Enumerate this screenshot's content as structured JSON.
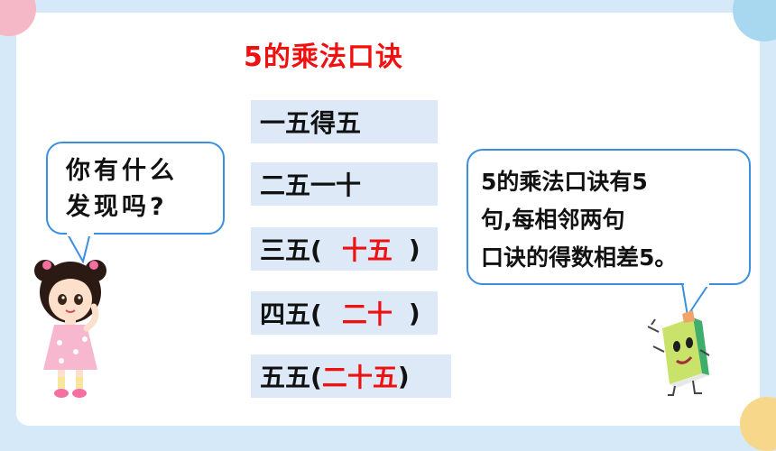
{
  "title": "5的乘法口诀",
  "rows": [
    {
      "text": "一五得五"
    },
    {
      "text": "二五一十"
    },
    {
      "prefix": "三五(",
      "answer": "十五",
      "suffix": ")"
    },
    {
      "prefix": "四五(",
      "answer": "二十",
      "suffix": ")"
    },
    {
      "prefix": "五五(",
      "answer": "二十五",
      "suffix": ")"
    }
  ],
  "left_bubble": {
    "line1": "你有什么",
    "line2": "发现吗?"
  },
  "right_bubble": {
    "line1": "5的乘法口诀有5",
    "line2": "句,每相邻两句",
    "line3": "口诀的得数相差5。"
  },
  "colors": {
    "accent": "#f01010",
    "bubble_border": "#3a8fe0",
    "row_bg": "#dde9f7",
    "page_bg": "#d6e9f8"
  }
}
